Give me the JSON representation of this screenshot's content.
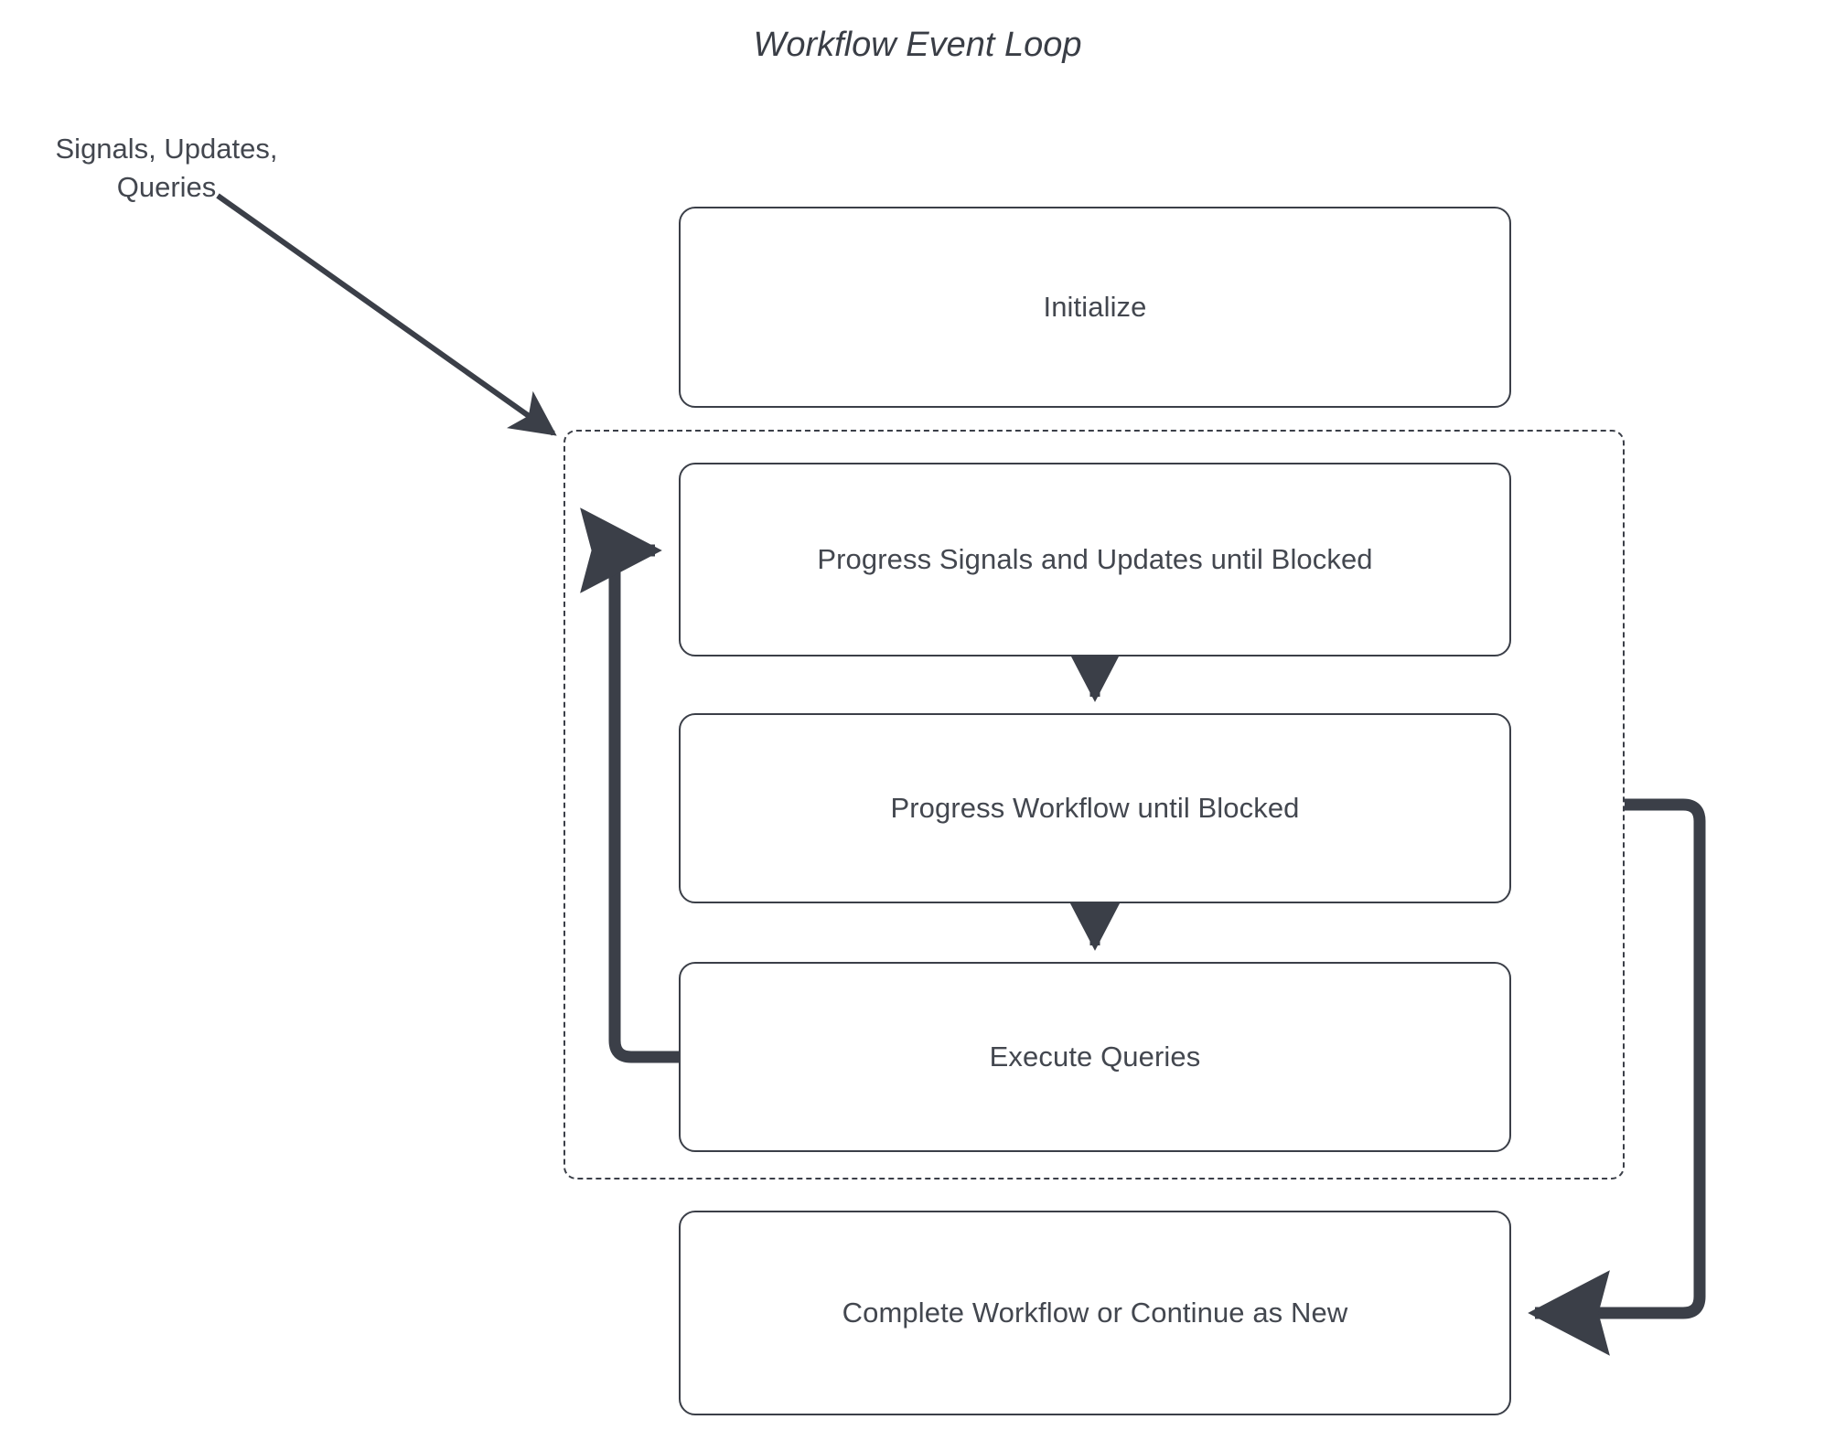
{
  "diagram": {
    "title": "Workflow Event Loop",
    "type": "flowchart",
    "background_color": "#ffffff",
    "line_color": "#3b3f48",
    "text_color": "#43474f",
    "external_input_label": "Signals, Updates,\nQueries",
    "external_input_label_line1": "Signals, Updates,",
    "external_input_label_line2": "Queries",
    "nodes": [
      {
        "id": "initialize",
        "label": "Initialize",
        "shape": "rounded-rect"
      },
      {
        "id": "progress-su",
        "label": "Progress Signals and Updates until Blocked",
        "shape": "rounded-rect"
      },
      {
        "id": "progress-wf",
        "label": "Progress Workflow until Blocked",
        "shape": "rounded-rect"
      },
      {
        "id": "execute-q",
        "label": "Execute Queries",
        "shape": "rounded-rect"
      },
      {
        "id": "complete-wf",
        "label": "Complete Workflow or Continue as New",
        "shape": "rounded-rect"
      }
    ],
    "groups": [
      {
        "id": "loop-group",
        "label": "",
        "style": "dashed",
        "contains": [
          "progress-su",
          "progress-wf",
          "execute-q"
        ]
      }
    ],
    "edges": [
      {
        "id": "edge-input-to-loop",
        "from": "external-input-label",
        "to": "loop-group",
        "style": "thin-diagonal",
        "arrow": "end"
      },
      {
        "id": "edge-progress-su-to-wf",
        "from": "progress-su",
        "to": "progress-wf",
        "style": "thick-vertical",
        "arrow": "end"
      },
      {
        "id": "edge-progress-wf-to-eq",
        "from": "progress-wf",
        "to": "execute-q",
        "style": "thick-vertical",
        "arrow": "end"
      },
      {
        "id": "edge-loopback-left",
        "from": "execute-q",
        "to": "progress-su",
        "style": "thick-elbow",
        "arrow": "end"
      },
      {
        "id": "edge-loop-exit-right",
        "from": "loop-group",
        "to": "complete-wf",
        "style": "thick-elbow",
        "arrow": "end"
      }
    ]
  }
}
